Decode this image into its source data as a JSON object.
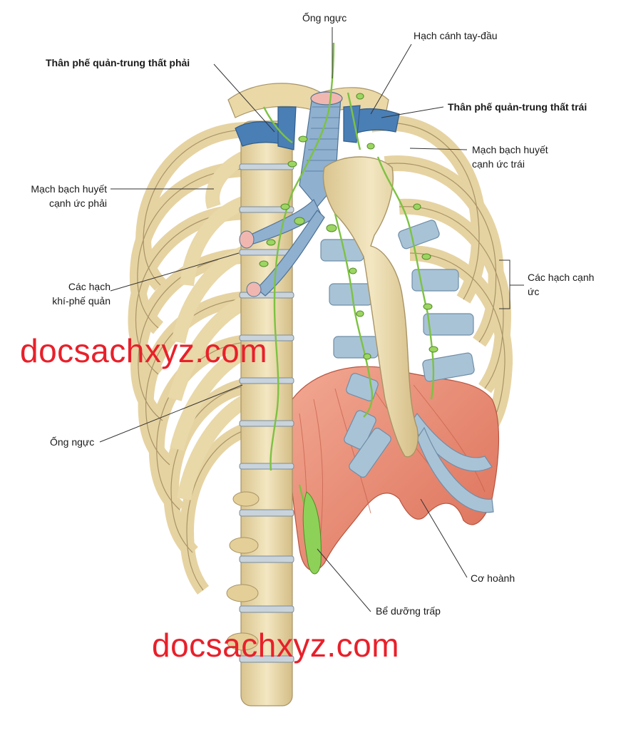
{
  "labels": {
    "thoracic_duct_top": "Ống ngực",
    "brachiocephalic_node": "Hạch cánh tay-đầu",
    "right_bronchomediastinal_trunk": "Thân phế quản-trung thất phải",
    "left_bronchomediastinal_trunk": "Thân phế quản-trung thất trái",
    "left_parasternal_vessel_line1": "Mạch bạch huyết",
    "left_parasternal_vessel_line2": "cạnh ức trái",
    "right_parasternal_vessel_line1": "Mạch bạch huyết",
    "right_parasternal_vessel_line2": "cạnh ức phải",
    "parasternal_nodes_line1": "Các hạch cạnh",
    "parasternal_nodes_line2": "ức",
    "tracheobronchial_nodes_line1": "Các hạch",
    "tracheobronchial_nodes_line2": "khí-phế quản",
    "thoracic_duct_left": "Ống ngực",
    "diaphragm": "Cơ hoành",
    "cisterna_chyli": "Bể dưỡng trấp"
  },
  "watermarks": {
    "upper": "docsachxyz.com",
    "lower": "docsachxyz.com"
  },
  "colors": {
    "bone": "#ecdcb0",
    "bone_outline": "#a89466",
    "cartilage": "#a9c3d6",
    "vein": "#4a7fb5",
    "lymph": "#7dc242",
    "muscle": "#e8876e",
    "trachea": "#8fb0cf",
    "watermark": "#e8202a"
  }
}
